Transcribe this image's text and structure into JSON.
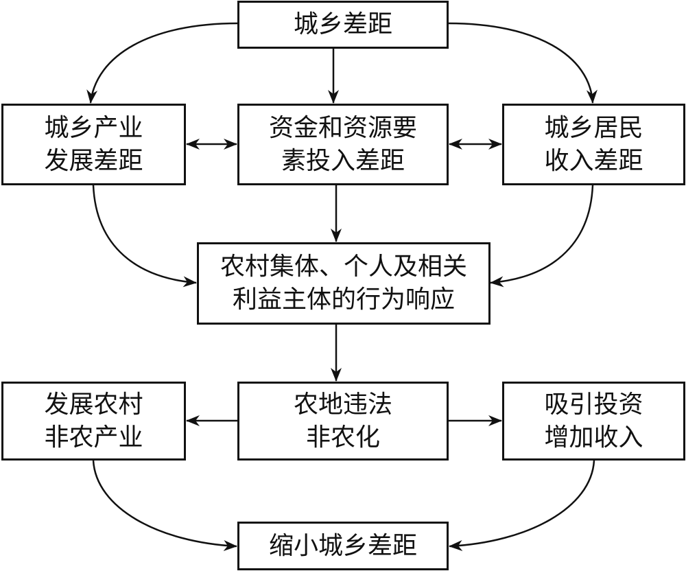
{
  "diagram": {
    "nodes": [
      {
        "id": "urban-rural-gap",
        "lines": [
          "城乡差距"
        ]
      },
      {
        "id": "industry-gap",
        "lines": [
          "城乡产业",
          "发展差距"
        ]
      },
      {
        "id": "capital-resource-gap",
        "lines": [
          "资金和资源要",
          "素投入差距"
        ]
      },
      {
        "id": "income-gap",
        "lines": [
          "城乡居民",
          "收入差距"
        ]
      },
      {
        "id": "behavior-response",
        "lines": [
          "农村集体、个人及相关",
          "利益主体的行为响应"
        ]
      },
      {
        "id": "develop-nonagri",
        "lines": [
          "发展农村",
          "非农产业"
        ]
      },
      {
        "id": "illegal-conversion",
        "lines": [
          "农地违法",
          "非农化"
        ]
      },
      {
        "id": "attract-investment",
        "lines": [
          "吸引投资",
          "增加收入"
        ]
      },
      {
        "id": "narrow-gap",
        "lines": [
          "缩小城乡差距"
        ]
      }
    ],
    "edges": [
      {
        "from": "urban-rural-gap",
        "to": "industry-gap",
        "type": "curved"
      },
      {
        "from": "urban-rural-gap",
        "to": "capital-resource-gap",
        "type": "straight"
      },
      {
        "from": "urban-rural-gap",
        "to": "income-gap",
        "type": "curved"
      },
      {
        "from": "industry-gap",
        "to": "capital-resource-gap",
        "type": "bidirectional"
      },
      {
        "from": "capital-resource-gap",
        "to": "income-gap",
        "type": "bidirectional"
      },
      {
        "from": "industry-gap",
        "to": "behavior-response",
        "type": "curved"
      },
      {
        "from": "capital-resource-gap",
        "to": "behavior-response",
        "type": "straight"
      },
      {
        "from": "income-gap",
        "to": "behavior-response",
        "type": "curved"
      },
      {
        "from": "behavior-response",
        "to": "illegal-conversion",
        "type": "straight"
      },
      {
        "from": "illegal-conversion",
        "to": "develop-nonagri",
        "type": "straight"
      },
      {
        "from": "illegal-conversion",
        "to": "attract-investment",
        "type": "straight"
      },
      {
        "from": "develop-nonagri",
        "to": "narrow-gap",
        "type": "curved"
      },
      {
        "from": "attract-investment",
        "to": "narrow-gap",
        "type": "curved"
      }
    ]
  }
}
